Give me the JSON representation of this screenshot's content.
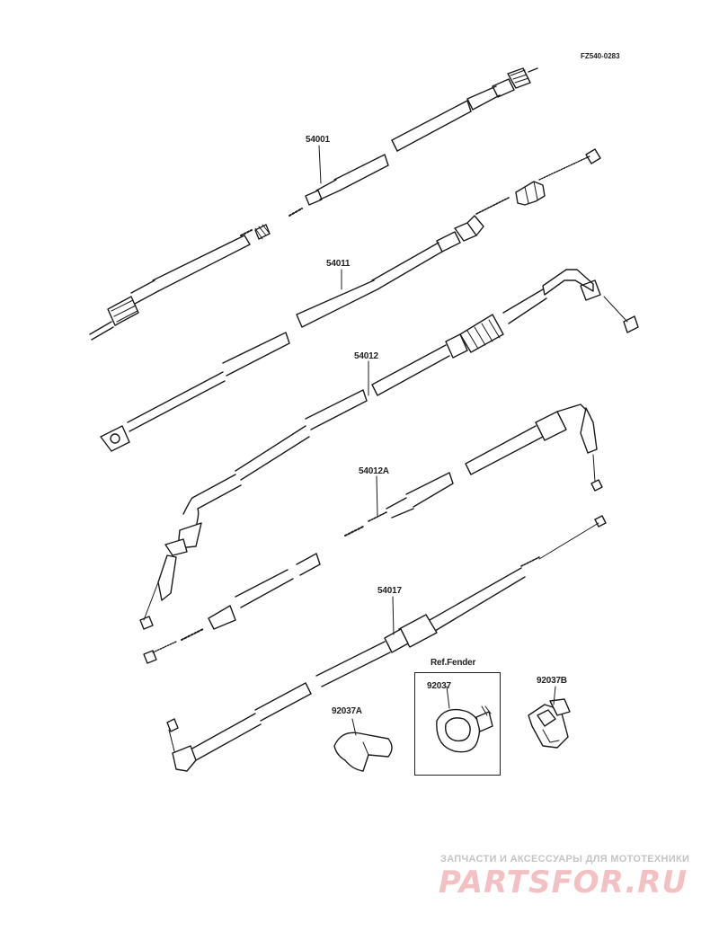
{
  "diagram": {
    "code": "FZ540-0283",
    "parts": {
      "p54001": "54001",
      "p54011": "54011",
      "p54012": "54012",
      "p54012A": "54012A",
      "p54017": "54017",
      "p92037": "92037",
      "p92037A": "92037A",
      "p92037B": "92037B"
    },
    "ref_label": "Ref.Fender"
  },
  "watermark": {
    "tagline": "ЗАПЧАСТИ И АКСЕССУАРЫ ДЛЯ МОТОТЕХНИКИ",
    "brand": "PARTSFOR.RU"
  }
}
